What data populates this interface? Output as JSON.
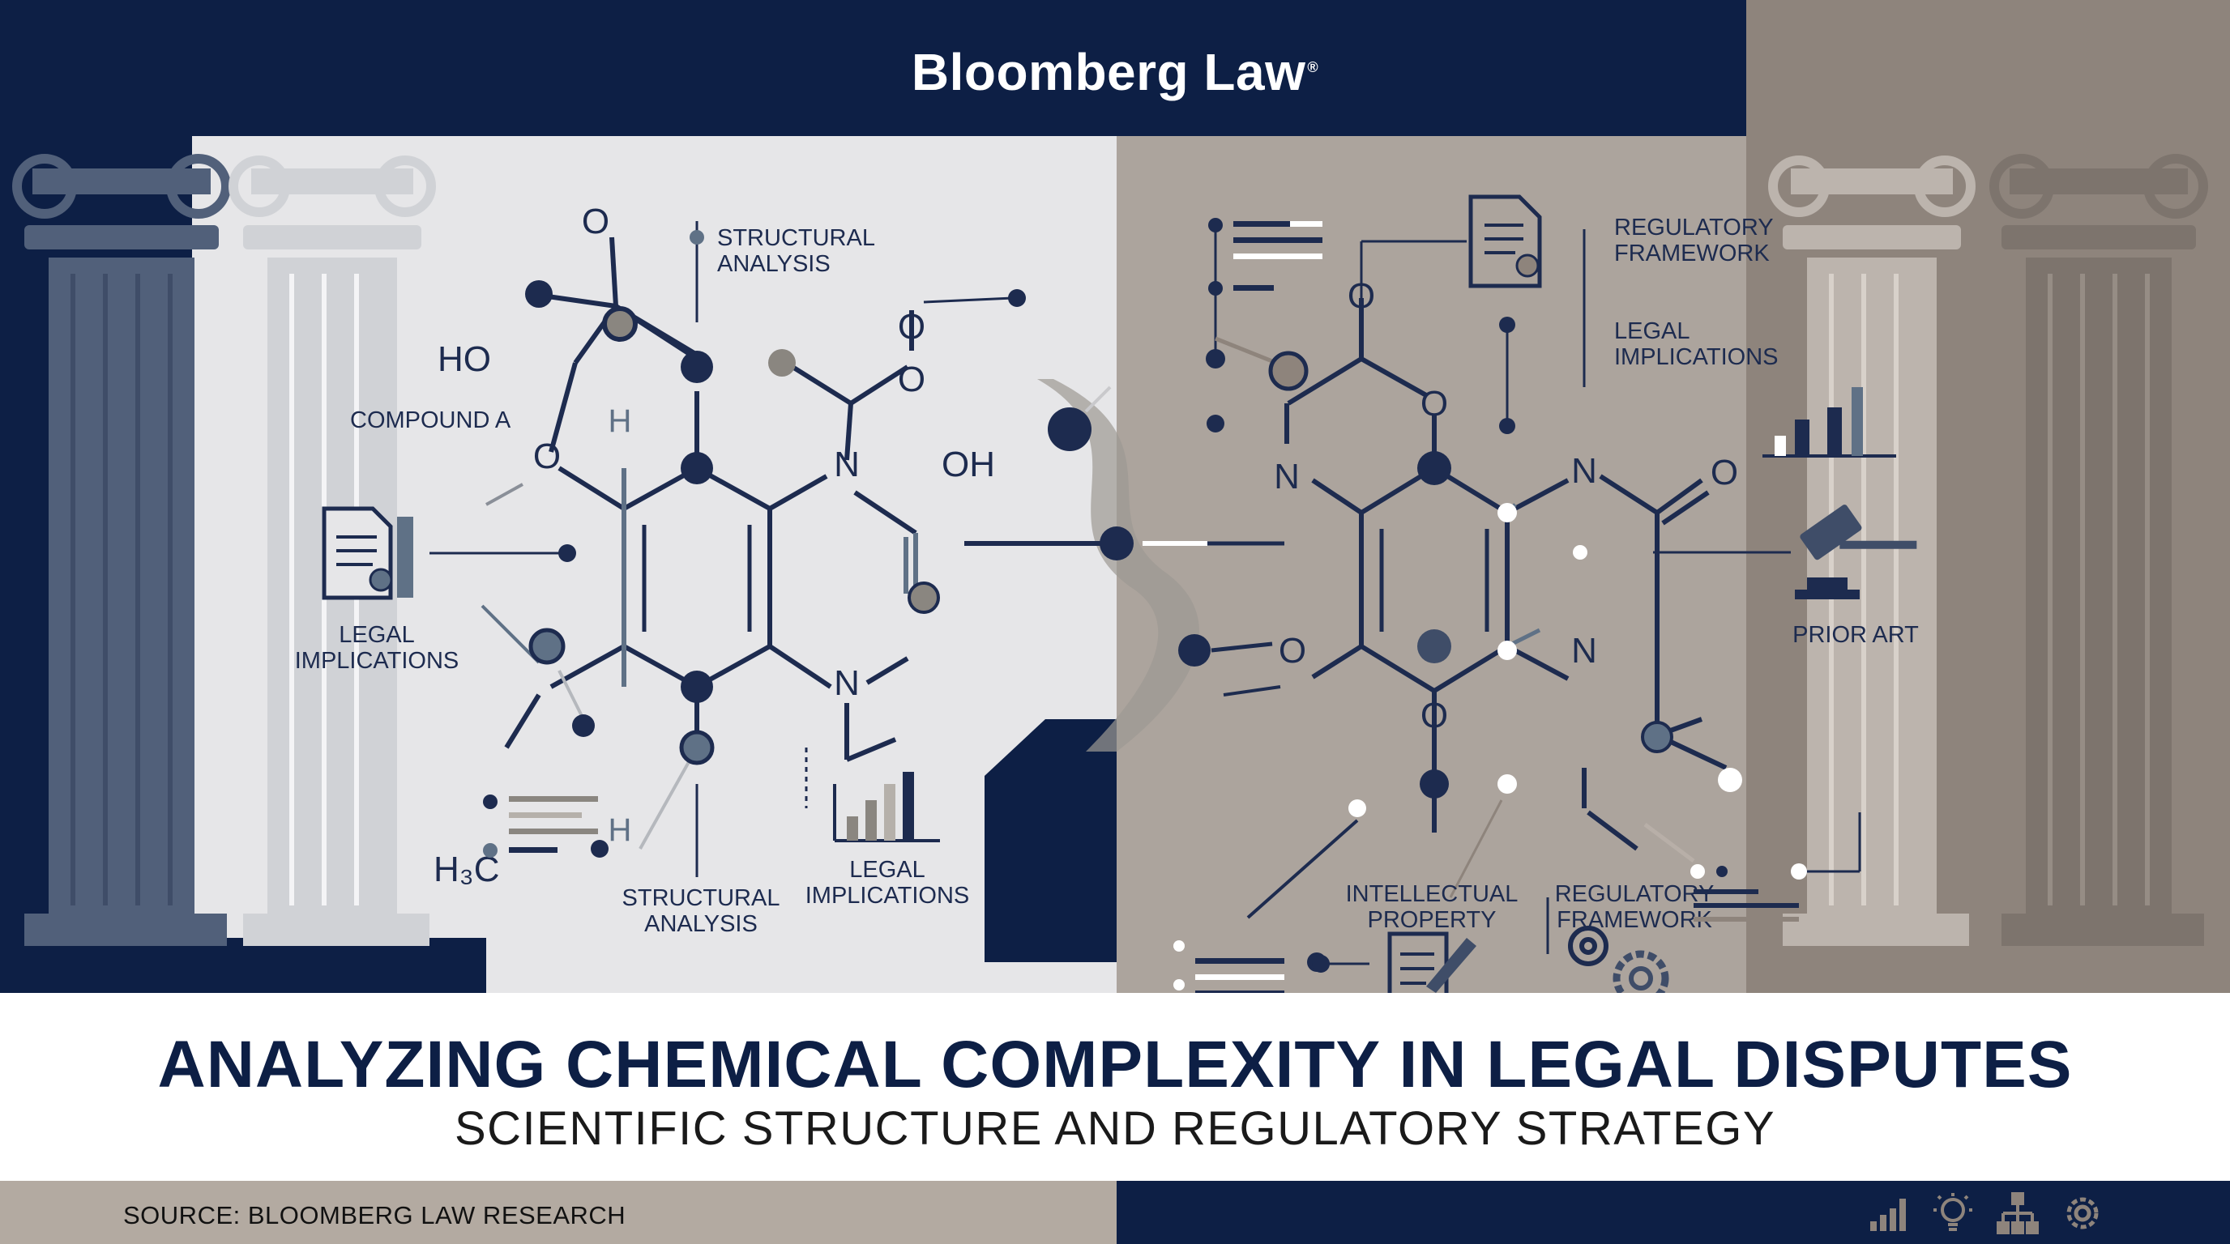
{
  "header": {
    "brand": "Bloomberg Law",
    "trademark": "®"
  },
  "labels": {
    "structural_analysis_top": [
      "STRUCTURAL",
      "ANALYSIS"
    ],
    "compound_a": "COMPOUND A",
    "legal_implications_left": [
      "LEGAL",
      "IMPLICATIONS"
    ],
    "structural_analysis_bottom": [
      "STRUCTURAL",
      "ANALYSIS"
    ],
    "legal_implications_bottom": [
      "LEGAL",
      "IMPLICATIONS"
    ],
    "regulatory_framework_top": [
      "REGULATORY",
      "FRAMEWORK"
    ],
    "legal_implications_right": [
      "LEGAL",
      "IMPLICATIONS"
    ],
    "prior_art": "PRIOR ART",
    "intellectual_property": [
      "INTELLECTUAL",
      "PROPERTY"
    ],
    "regulatory_framework_bottom": [
      "REGULATORY",
      "FRAMEWORK"
    ]
  },
  "atoms": {
    "ho": "HO",
    "oh": "OH",
    "o": "O",
    "n": "N",
    "h": "H",
    "h3c": "H₃C"
  },
  "title": {
    "main": "ANALYZING CHEMICAL COMPLEXITY IN LEGAL DISPUTES",
    "sub": "SCIENTIFIC STRUCTURE AND REGULATORY STRATEGY"
  },
  "footer": {
    "source": "SOURCE: BLOOMBERG LAW RESEARCH",
    "icons": [
      "bar-chart-icon",
      "lightbulb-icon",
      "network-icon",
      "gear-icon"
    ]
  },
  "colors": {
    "navy": "#0d1f45",
    "taupe": "#8e847c",
    "light_panel": "#e6e6e8",
    "mid_panel": "#a8a09a",
    "ink": "#1d2b4f",
    "steel": "#5f7186"
  }
}
